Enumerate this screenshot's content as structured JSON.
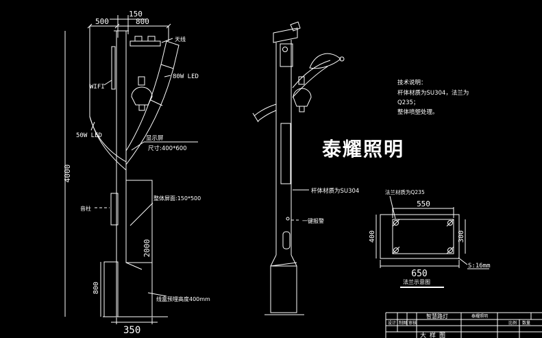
{
  "brand": "泰耀照明",
  "tech_notes": {
    "l1": "技术说明：",
    "l2": "杆体材质为SU304，法兰为",
    "l3": "Q235；",
    "l4": "整体喷塑处理。"
  },
  "view_a": {
    "dim_150": "150",
    "dim_500": "500",
    "dim_800_top": "800",
    "dim_4000": "4000",
    "dim_2000": "2000",
    "dim_800_base": "800",
    "dim_350": "350",
    "label_antenna": "天线",
    "label_wifi": "WIFI",
    "label_80w": "80W LED",
    "label_50w": "50W LED",
    "label_screen": "显示屏",
    "label_screen_size": "尺寸:400*600",
    "label_speaker": "音柱",
    "label_panel": "整体屏面:150*500",
    "label_embed": "线盒预埋高度400mm"
  },
  "view_b": {
    "label_material": "杆体材质为SU304",
    "label_alarm": "一键报警"
  },
  "flange": {
    "label_material": "法兰材质为Q235",
    "dim_550": "550",
    "dim_650": "650",
    "dim_400": "400",
    "dim_300": "300",
    "label_thickness": "S:16mm",
    "caption": "法兰示意图"
  },
  "title_block": {
    "project": "智慧路灯",
    "company": "泰耀照明",
    "field_design": "设计",
    "field_draft": "制图",
    "field_check": "审核",
    "field_scale": "比例",
    "field_qty": "数量",
    "caption": "大样图"
  },
  "colors": {
    "background": "#000000",
    "line": "#ffffff"
  }
}
